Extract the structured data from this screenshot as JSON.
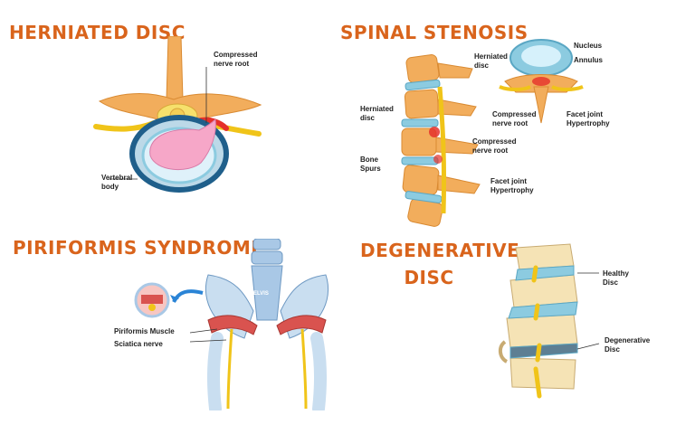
{
  "panels": {
    "herniated": {
      "title": "HERNIATED DISC",
      "label_compressed": "Compressed\nnerve root",
      "label_vertebral": "Vertebral\nbody"
    },
    "stenosis": {
      "title": "SPINAL STENOSIS",
      "label_nucleus": "Nucleus",
      "label_annulus": "Annulus",
      "label_herniated_top": "Herniated\ndisc",
      "label_compressed_top": "Compressed\nnerve root",
      "label_facet_top": "Facet joint\nHypertrophy",
      "label_herniated_side": "Herniated\ndisc",
      "label_compressed_side": "Compressed\nnerve root",
      "label_bone_spurs": "Bone\nSpurs",
      "label_facet_side": "Facet joint\nHypertrophy"
    },
    "piriformis": {
      "title": "PIRIFORMIS SYNDROME",
      "label_muscle": "Piriformis Muscle",
      "label_nerve": "Sciatica nerve",
      "label_pelvis": "PELVIS"
    },
    "degenerative": {
      "title": "DEGENERATIVE\nDISC",
      "label_healthy": "Healthy\nDisc",
      "label_degenerative": "Degenerative\nDisc"
    }
  },
  "colors": {
    "title": "#d9641c",
    "bone": "#f2ad5c",
    "disc": "#8ccbe0",
    "nerve": "#f0c419",
    "inflamed": "#e5302a",
    "muscle": "#d9534f",
    "pelvis": "#a9c8e6"
  }
}
